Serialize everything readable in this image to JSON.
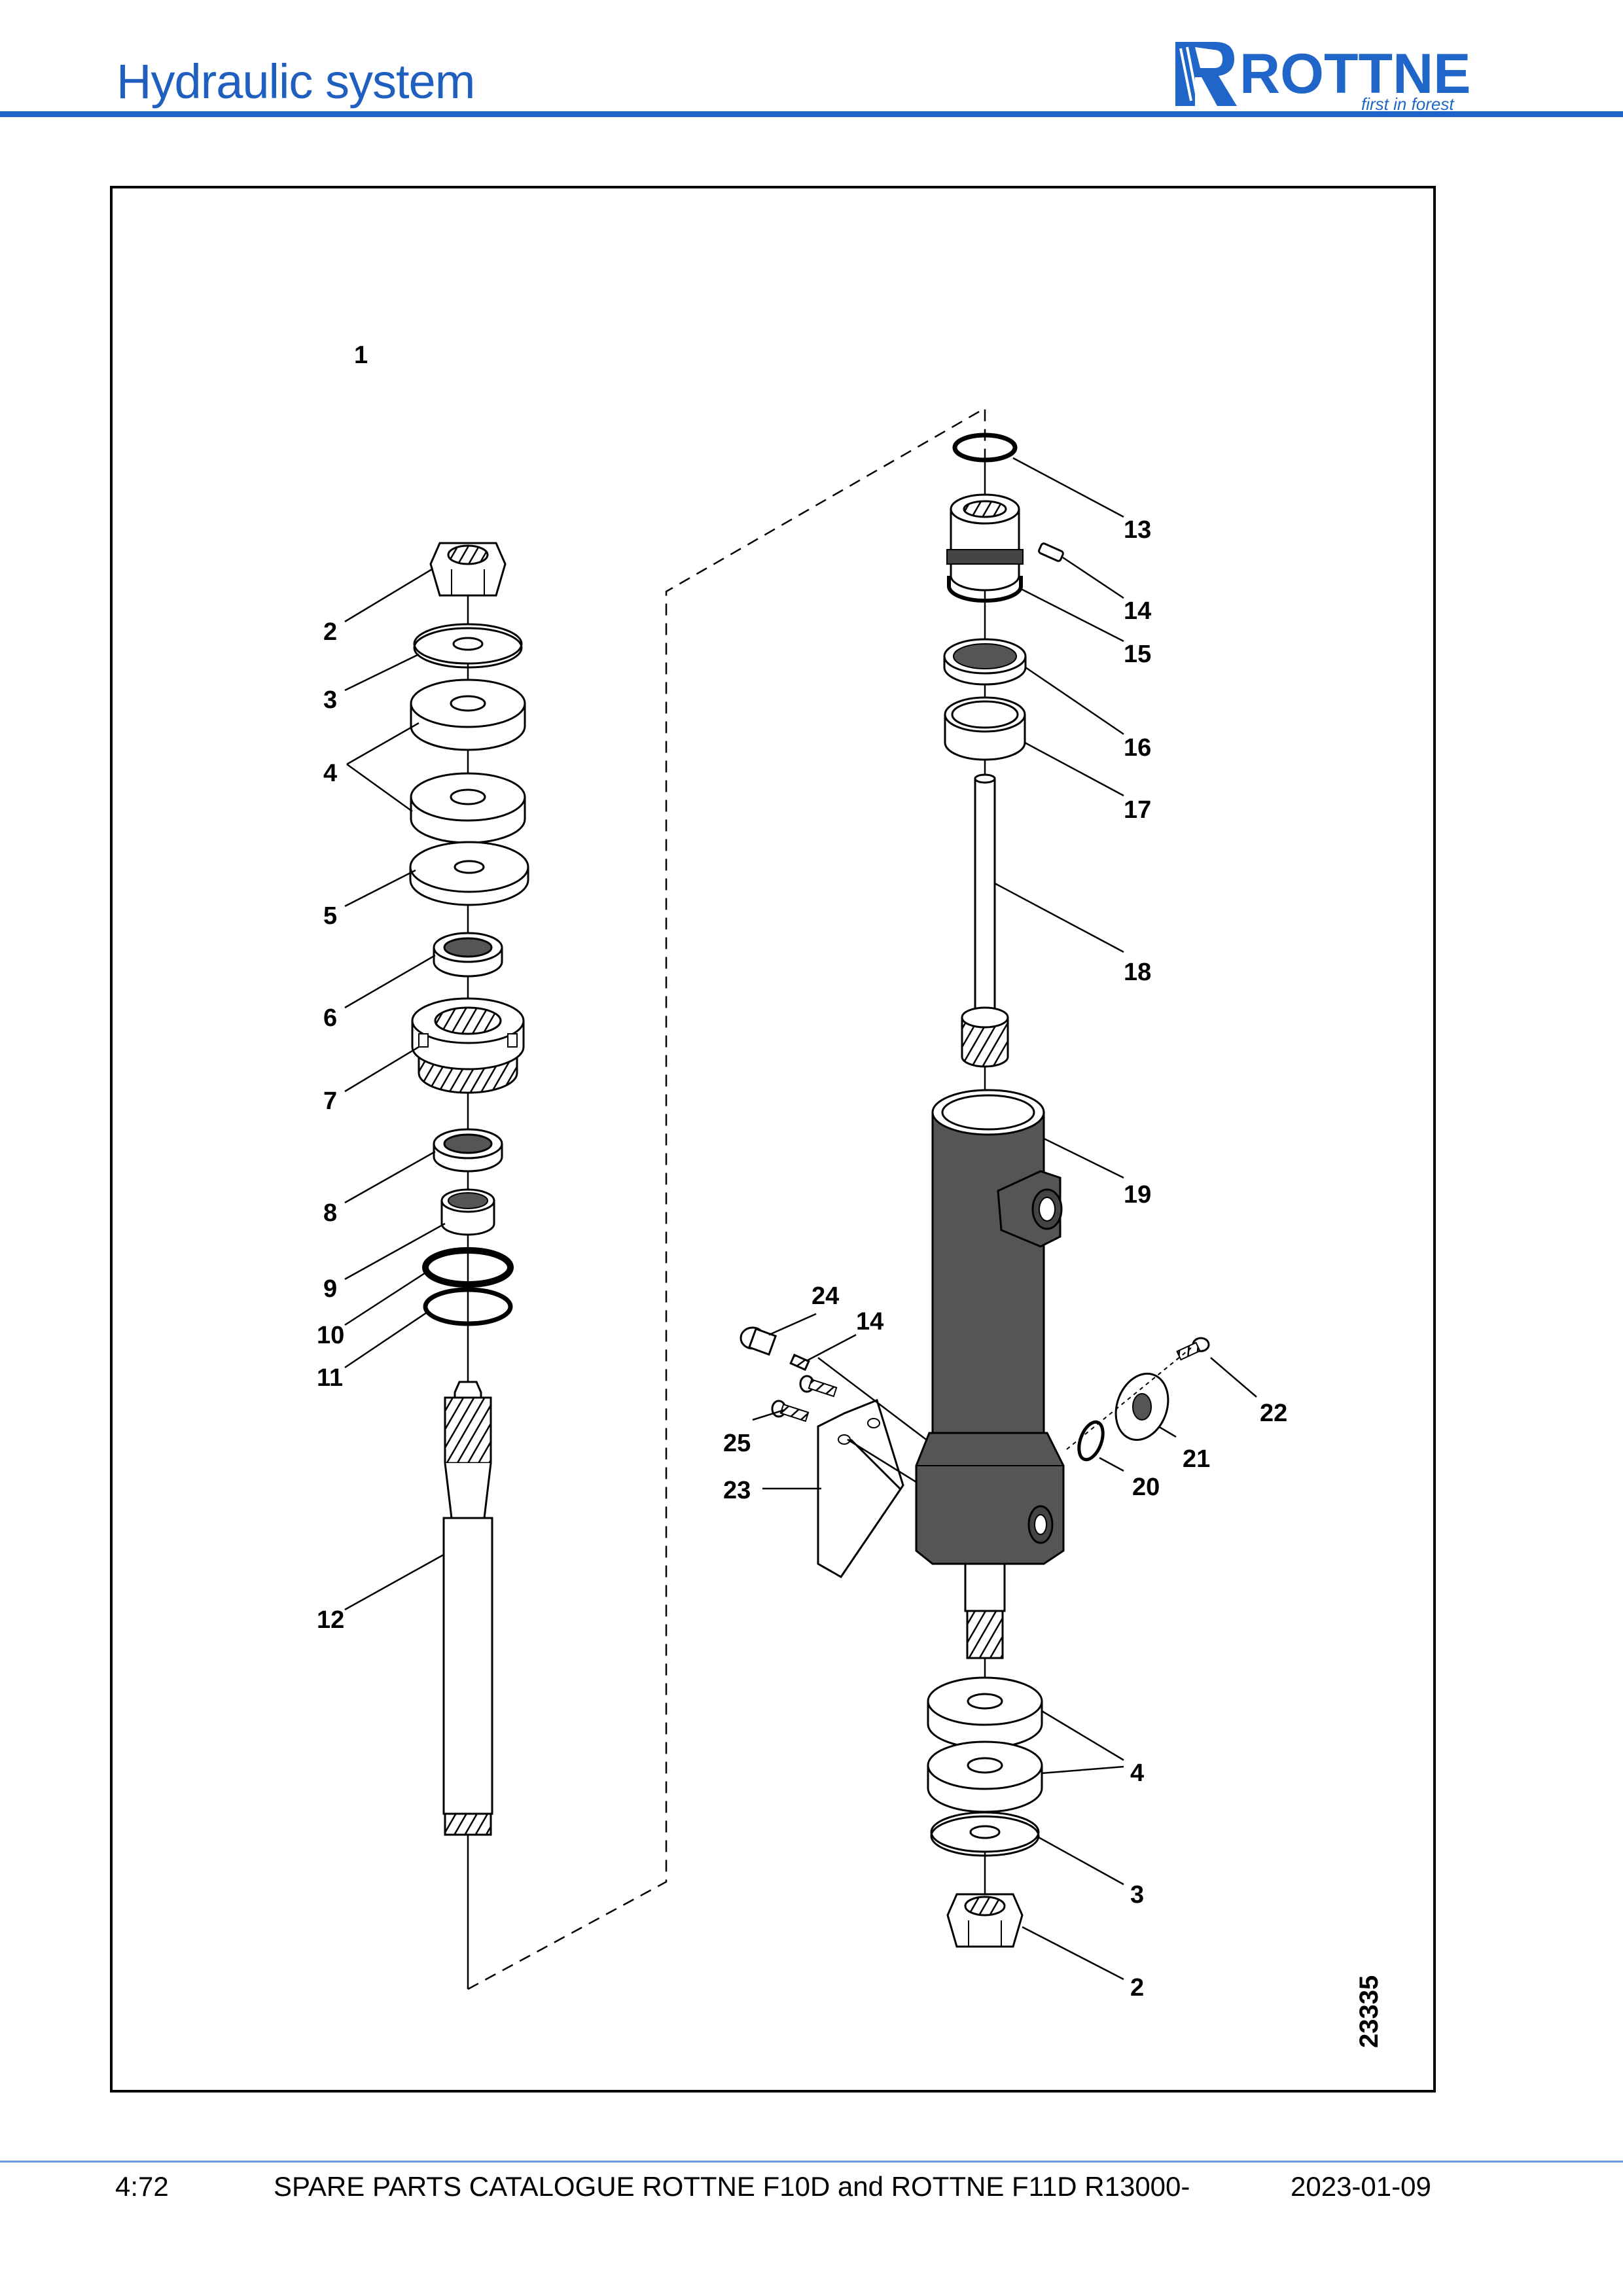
{
  "header": {
    "title": "Hydraulic system",
    "logo_text": "ROTTNE",
    "logo_tagline": "first in forest",
    "brand_color": "#1f66c8"
  },
  "diagram": {
    "assembly_label": "1",
    "drawing_number": "23335",
    "callouts": [
      "2",
      "3",
      "4",
      "5",
      "6",
      "7",
      "8",
      "9",
      "10",
      "11",
      "12",
      "13",
      "14",
      "15",
      "16",
      "17",
      "18",
      "19",
      "20",
      "21",
      "22",
      "23",
      "24",
      "14",
      "25",
      "4",
      "3",
      "2"
    ]
  },
  "footer": {
    "page": "4:72",
    "catalogue": "SPARE PARTS CATALOGUE ROTTNE F10D and ROTTNE F11D R13000-",
    "date": "2023-01-09"
  }
}
